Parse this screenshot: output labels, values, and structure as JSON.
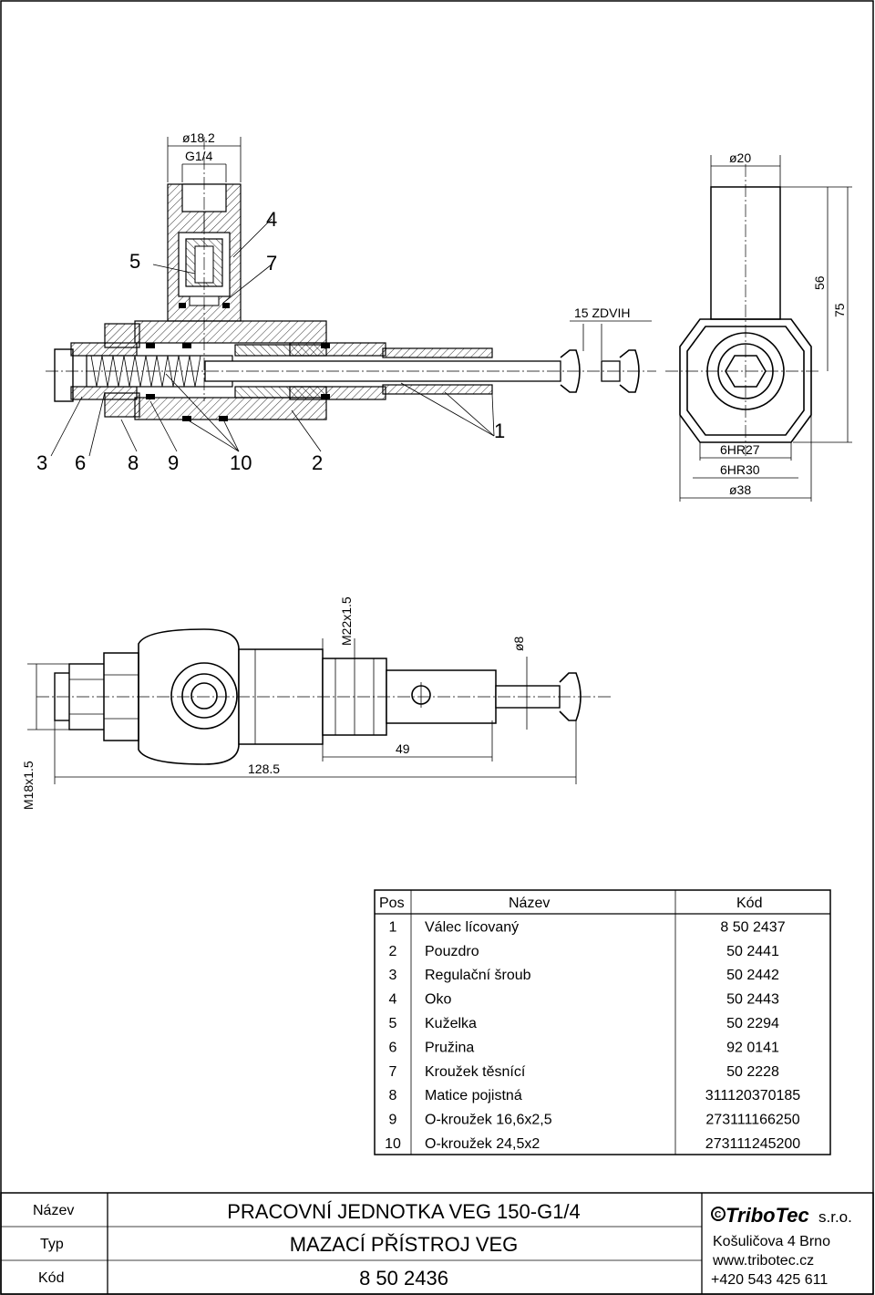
{
  "drawing": {
    "dims": {
      "d18_2": "ø18.2",
      "g14": "G1/4",
      "d20": "ø20",
      "stroke": "15 ZDVIH",
      "h56": "56",
      "h75": "75",
      "hr27": "6HR27",
      "hr30": "6HR30",
      "d38": "ø38",
      "m22": "M22x1.5",
      "d8": "ø8",
      "l49": "49",
      "l128": "128.5",
      "m18": "M18x1.5"
    },
    "labels": [
      "4",
      "5",
      "7",
      "3",
      "6",
      "8",
      "9",
      "10",
      "2",
      "1"
    ]
  },
  "parts_table": {
    "headers": {
      "pos": "Pos",
      "name": "Název",
      "code": "Kód"
    },
    "rows": [
      {
        "pos": "1",
        "name": "Válec lícovaný",
        "code": "8 50 2437"
      },
      {
        "pos": "2",
        "name": "Pouzdro",
        "code": "50 2441"
      },
      {
        "pos": "3",
        "name": "Regulační šroub",
        "code": "50 2442"
      },
      {
        "pos": "4",
        "name": "Oko",
        "code": "50 2443"
      },
      {
        "pos": "5",
        "name": "Kuželka",
        "code": "50 2294"
      },
      {
        "pos": "6",
        "name": "Pružina",
        "code": "92 0141"
      },
      {
        "pos": "7",
        "name": "Kroužek těsnící",
        "code": "50 2228"
      },
      {
        "pos": "8",
        "name": "Matice pojistná",
        "code": "311120370185"
      },
      {
        "pos": "9",
        "name": "O-kroužek 16,6x2,5",
        "code": "273111166250"
      },
      {
        "pos": "10",
        "name": "O-kroužek 24,5x2",
        "code": "273111245200"
      }
    ]
  },
  "title_block": {
    "label_name": "Název",
    "label_type": "Typ",
    "label_code": "Kód",
    "name_value": "PRACOVNÍ JEDNOTKA VEG 150-G1/4",
    "type_value": "MAZACÍ PŘÍSTROJ VEG",
    "code_value": "8 50 2436",
    "company": {
      "logo": "TriboTec",
      "suffix": "s.r.o.",
      "address": "Košuličova 4 Brno",
      "web": "www.tribotec.cz",
      "phone": "+420 543 425 611"
    }
  }
}
